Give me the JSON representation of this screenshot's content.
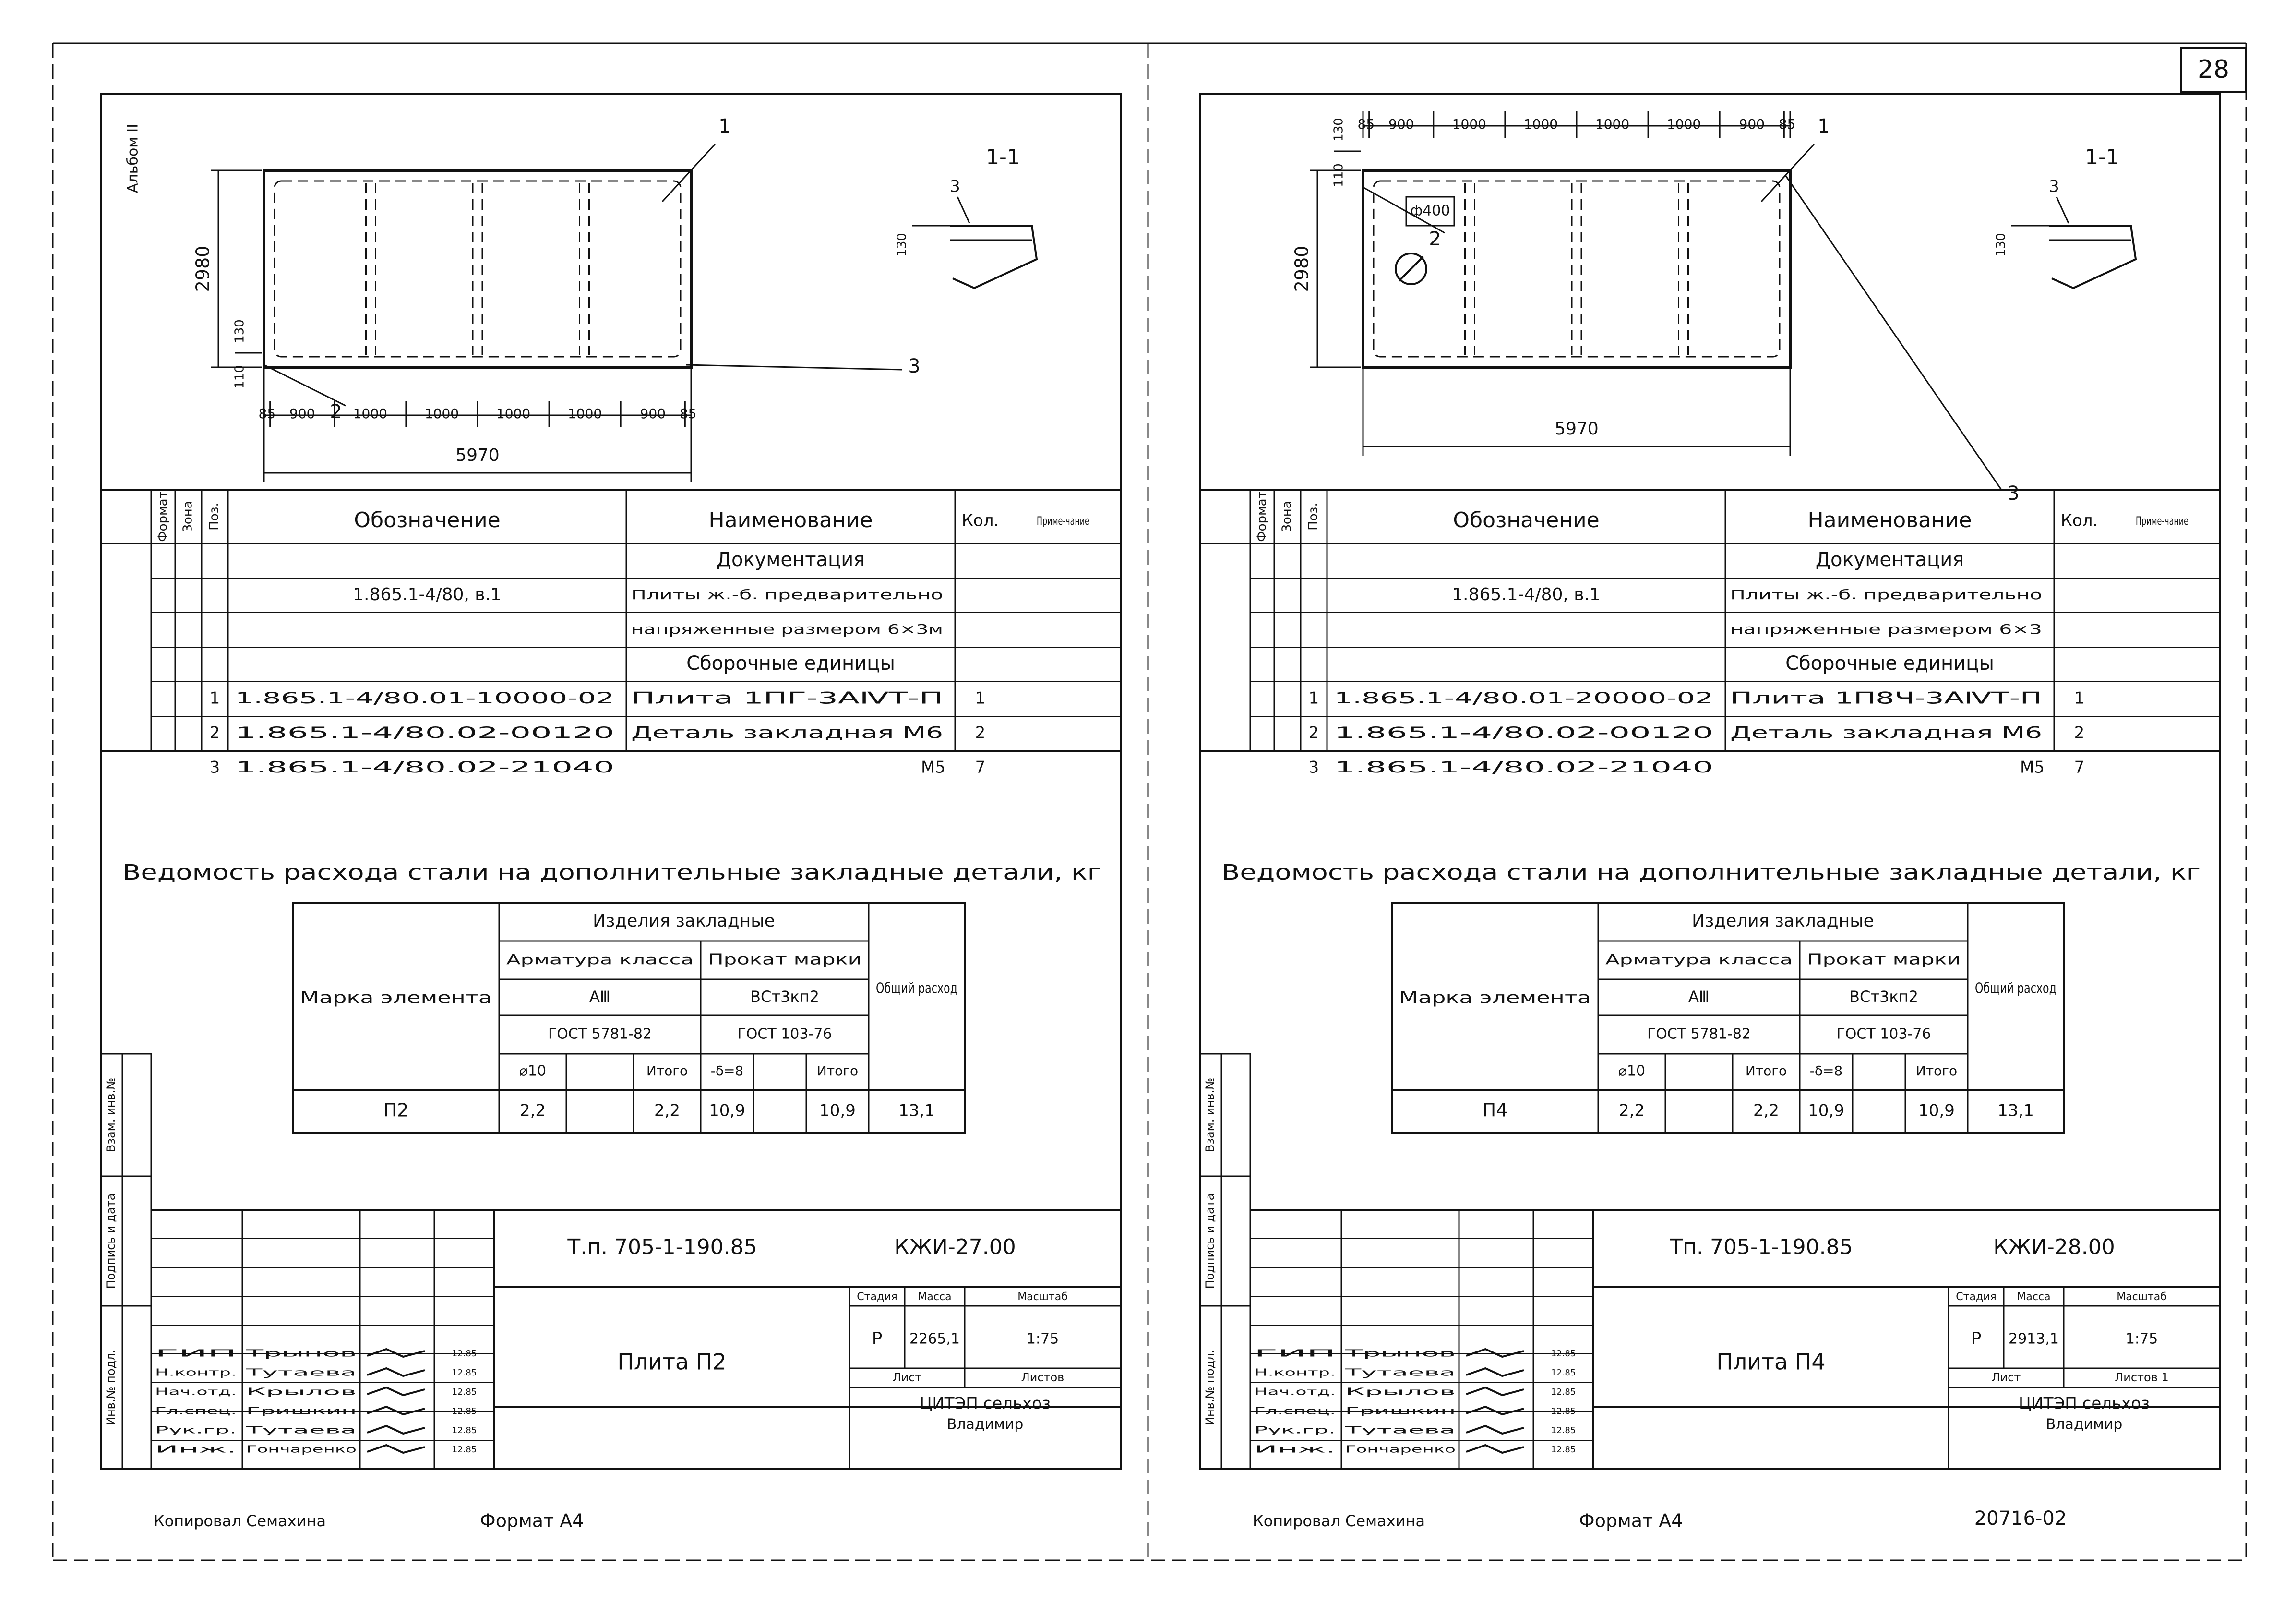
{
  "page_number": "28",
  "album_label": "Альбом II",
  "left": {
    "drawing": {
      "overall_length": "5970",
      "overall_height": "2980",
      "dim_110": "110",
      "dim_130": "130",
      "segments": [
        "85",
        "900",
        "1000",
        "1000",
        "1000",
        "1000",
        "900",
        "85"
      ],
      "callouts": [
        "1",
        "2",
        "3"
      ],
      "section_title": "1-1",
      "section_dim": "130",
      "section_callout": "3"
    },
    "spec": {
      "headers": {
        "format": "Формат",
        "zone": "Зона",
        "pos": "Поз.",
        "designation": "Обозначение",
        "name": "Наименование",
        "qty": "Кол.",
        "note": "Приме-чание"
      },
      "doc_heading": "Документация",
      "doc_designation": "1.865.1-4/80, в.1",
      "doc_name_1": "Плиты ж.-б. предварительно",
      "doc_name_2": "напряженные размером 6×3м",
      "asm_heading": "Сборочные единицы",
      "rows": [
        {
          "pos": "1",
          "designation": "1.865.1-4/80.01-10000-02",
          "name": "Плита 1ПГ-3АⅣТ-П",
          "qty": "1"
        },
        {
          "pos": "2",
          "designation": "1.865.1-4/80.02-00120",
          "name": "Деталь закладная М6",
          "qty": "2"
        },
        {
          "pos": "3",
          "designation": "1.865.1-4/80.02-21040",
          "name": "М5",
          "qty": "7"
        }
      ]
    },
    "steel": {
      "title": "Ведомость расхода стали на дополнительные закладные детали, кг",
      "col_mark": "Марка элемента",
      "col_group": "Изделия закладные",
      "col_rebar": "Арматура класса",
      "col_rebar_class": "АⅢ",
      "col_rebar_gost": "ГОСТ 5781-82",
      "col_rolled": "Прокат марки",
      "col_rolled_grade": "ВСт3кп2",
      "col_rolled_gost": "ГОСТ 103-76",
      "col_total": "Общий расход",
      "sub_d10": "⌀10",
      "sub_itogo": "Итого",
      "sub_delta": "-δ=8",
      "sub_itogo2": "Итого",
      "row": {
        "mark": "П2",
        "d10": "2,2",
        "itogo1": "2,2",
        "delta": "10,9",
        "itogo2": "10,9",
        "total": "13,1"
      }
    },
    "title_block": {
      "doc_code": "Т.п. 705-1-190.85",
      "sheet_code": "КЖИ-27.00",
      "drawing_name": "Плита П2",
      "stage_h": "Стадия",
      "mass_h": "Масса",
      "scale_h": "Масштаб",
      "stage": "Р",
      "mass": "2265,1",
      "scale": "1:75",
      "sheet_h": "Лист",
      "sheets_h": "Листов",
      "org_1": "ЦИТЭП сельхоз",
      "org_2": "Владимир",
      "roles": [
        "ГИП",
        "Н.контр.",
        "Нач.отд.",
        "Гл.спец.",
        "Рук.гр.",
        "Инж."
      ],
      "names": [
        "Трынов",
        "Тутаева",
        "Крылов",
        "Гришкин",
        "Тутаева",
        "Гончаренко"
      ],
      "dates": [
        "12.85",
        "12.85",
        "12.85",
        "12.85",
        "12.85",
        "12.85"
      ]
    },
    "side_stamps": [
      "Инв.№ подл.",
      "Подпись и дата",
      "Взам. инв.№"
    ],
    "copied": "Копировал Семахина",
    "format": "Формат А4"
  },
  "right": {
    "drawing": {
      "overall_length": "5970",
      "overall_height": "2980",
      "dim_110": "110",
      "dim_130": "130",
      "segments": [
        "85",
        "900",
        "1000",
        "1000",
        "1000",
        "1000",
        "900",
        "85"
      ],
      "hole": "ф400",
      "callouts": [
        "1",
        "2",
        "3"
      ],
      "section_title": "1-1",
      "section_dim": "130",
      "section_callout": "3"
    },
    "spec": {
      "headers": {
        "format": "Формат",
        "zone": "Зона",
        "pos": "Поз.",
        "designation": "Обозначение",
        "name": "Наименование",
        "qty": "Кол.",
        "note": "Приме-чание"
      },
      "doc_heading": "Документация",
      "doc_designation": "1.865.1-4/80, в.1",
      "doc_name_1": "Плиты ж.-б. предварительно",
      "doc_name_2": "напряженные размером 6×3",
      "asm_heading": "Сборочные единицы",
      "rows": [
        {
          "pos": "1",
          "designation": "1.865.1-4/80.01-20000-02",
          "name": "Плита 1П8Ч-3АⅣТ-П",
          "qty": "1"
        },
        {
          "pos": "2",
          "designation": "1.865.1-4/80.02-00120",
          "name": "Деталь закладная М6",
          "qty": "2"
        },
        {
          "pos": "3",
          "designation": "1.865.1-4/80.02-21040",
          "name": "М5",
          "qty": "7"
        }
      ]
    },
    "steel": {
      "title": "Ведомость расхода стали на дополнительные закладные детали, кг",
      "col_mark": "Марка элемента",
      "col_group": "Изделия закладные",
      "col_rebar": "Арматура класса",
      "col_rebar_class": "АⅢ",
      "col_rebar_gost": "ГОСТ 5781-82",
      "col_rolled": "Прокат марки",
      "col_rolled_grade": "ВСт3кп2",
      "col_rolled_gost": "ГОСТ 103-76",
      "col_total": "Общий расход",
      "sub_d10": "⌀10",
      "sub_itogo": "Итого",
      "sub_delta": "-δ=8",
      "sub_itogo2": "Итого",
      "row": {
        "mark": "П4",
        "d10": "2,2",
        "itogo1": "2,2",
        "delta": "10,9",
        "itogo2": "10,9",
        "total": "13,1"
      }
    },
    "title_block": {
      "doc_code": "Тп. 705-1-190.85",
      "sheet_code": "КЖИ-28.00",
      "drawing_name": "Плита П4",
      "stage_h": "Стадия",
      "mass_h": "Масса",
      "scale_h": "Масштаб",
      "stage": "Р",
      "mass": "2913,1",
      "scale": "1:75",
      "sheet_h": "Лист",
      "sheets_h": "Листов 1",
      "org_1": "ЦИТЭП сельхоз",
      "org_2": "Владимир",
      "roles": [
        "ГИП",
        "Н.контр.",
        "Нач.отд.",
        "Гл.спец.",
        "Рук.гр.",
        "Инж."
      ],
      "names": [
        "Трынов",
        "Тутаева",
        "Крылов",
        "Гришкин",
        "Тутаева",
        "Гончаренко"
      ],
      "dates": [
        "12.85",
        "12.85",
        "12.85",
        "12.85",
        "12.85",
        "12.85"
      ]
    },
    "side_stamps": [
      "Инв.№ подл.",
      "Подпись и дата",
      "Взам. инв.№"
    ],
    "copied": "Копировал Семахина",
    "format": "Формат А4",
    "archive_no": "20716-02"
  }
}
